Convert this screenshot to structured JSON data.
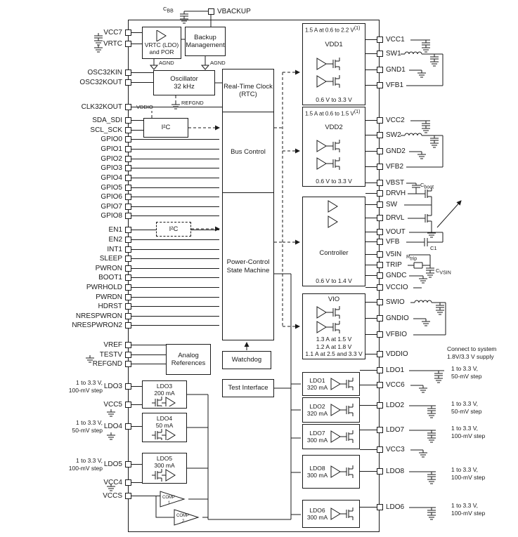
{
  "pins": {
    "top": "VBACKUP",
    "left": [
      "VCC7",
      "VRTC",
      "OSC32KIN",
      "OSC32KOUT",
      "CLK32KOUT",
      "SDA_SDI",
      "SCL_SCK",
      "GPIO0",
      "GPIO1",
      "GPIO2",
      "GPIO3",
      "GPIO4",
      "GPIO5",
      "GPIO6",
      "GPIO7",
      "GPIO8",
      "EN1",
      "EN2",
      "INT1",
      "SLEEP",
      "PWRON",
      "BOOT1",
      "PWRHOLD",
      "PWRDN",
      "HDRST",
      "NRESPWRON",
      "NRESPWRON2",
      "VREF",
      "TESTV",
      "REFGND",
      "LDO3",
      "VCC5",
      "LDO4",
      "LDO5",
      "VCC4",
      "VCCS"
    ],
    "right": [
      "VCC1",
      "SW1",
      "GND1",
      "VFB1",
      "VCC2",
      "SW2",
      "GND2",
      "VFB2",
      "VBST",
      "DRVH",
      "SW",
      "DRVL",
      "VOUT",
      "VFB",
      "V5IN",
      "TRIP",
      "GNDC",
      "VCCIO",
      "SWIO",
      "GNDIO",
      "VFBIO",
      "VDDIO",
      "LDO1",
      "VCC6",
      "LDO2",
      "LDO7",
      "VCC3",
      "LDO8",
      "LDO6"
    ]
  },
  "blocks": {
    "vrtc": {
      "l1": "VRTC (LDO)",
      "l2": "and POR"
    },
    "backup": {
      "l1": "Backup",
      "l2": "Management"
    },
    "osc": {
      "l1": "Oscillator",
      "l2": "32 kHz"
    },
    "rtc": {
      "l1": "Real-Time Clock",
      "l2": "(RTC)"
    },
    "i2c_a": "I²C",
    "i2c_b": "I²C",
    "bus": "Bus Control",
    "pcsm": {
      "l1": "Power-Control",
      "l2": "State Machine"
    },
    "aref": {
      "l1": "Analog",
      "l2": "References"
    },
    "watchdog": "Watchdog",
    "test": "Test Interface",
    "ldo3": {
      "name": "LDO3",
      "rating": "200 mA"
    },
    "ldo4": {
      "name": "LDO4",
      "rating": "50 mA"
    },
    "ldo5": {
      "name": "LDO5",
      "rating": "300 mA"
    },
    "comp1": {
      "l1": "COMP",
      "l2": "1"
    },
    "comp2": {
      "l1": "COMP",
      "l2": "2"
    },
    "vdd1": {
      "header": "1.5 A at 0.6 to 2.2 V",
      "note": "(1)",
      "name": "VDD1",
      "range": "0.6 V to 3.3 V"
    },
    "vdd2": {
      "header": "1.5 A at 0.6 to 1.5 V",
      "note": "(1)",
      "name": "VDD2",
      "range": "0.6 V to 3.3 V"
    },
    "controller": {
      "name": "Controller",
      "range": "0.6 V to 1.4 V"
    },
    "vio": {
      "name": "VIO",
      "r1": "1.3 A at 1.5 V",
      "r2": "1.2 A at 1.8 V",
      "r3": "1.1 A at 2.5 and 3.3 V"
    },
    "ldo1": {
      "name": "LDO1",
      "rating": "320 mA"
    },
    "ldo2": {
      "name": "LDO2",
      "rating": "320 mA"
    },
    "ldo7": {
      "name": "LDO7",
      "rating": "300 mA"
    },
    "ldo8": {
      "name": "LDO8",
      "rating": "300 mA"
    },
    "ldo6": {
      "name": "LDO6",
      "rating": "300 mA"
    }
  },
  "annotations": {
    "ldo3_left": {
      "l1": "1 to 3.3 V,",
      "l2": "100-mV step"
    },
    "ldo4_left": {
      "l1": "1 to 3.3 V,",
      "l2": "50-mV step"
    },
    "ldo5_left": {
      "l1": "1 to 3.3 V,",
      "l2": "100-mV step"
    },
    "ldo1_right": {
      "l1": "1 to 3.3 V,",
      "l2": "50-mV step"
    },
    "ldo2_right": {
      "l1": "1 to 3.3 V,",
      "l2": "50-mV step"
    },
    "ldo7_right": {
      "l1": "1 to 3.3 V,",
      "l2": "100-mV step"
    },
    "ldo8_right": {
      "l1": "1 to 3.3 V,",
      "l2": "100-mV step"
    },
    "ldo6_right": {
      "l1": "1 to 3.3 V,",
      "l2": "100-mV step"
    },
    "vddio_note": {
      "l1": "Connect to system",
      "l2": "1.8V/3.3 V supply"
    }
  },
  "part_labels": {
    "cbb": {
      "m": "C",
      "s": "BB"
    },
    "cboot": {
      "m": "C",
      "s": "boot"
    },
    "c1": "C1",
    "rtrip": {
      "m": "R",
      "s": "trip"
    },
    "cvsin": {
      "m": "C",
      "s": "VSIN"
    },
    "agnd1": "AGND",
    "agnd2": "AGND",
    "refgnd": "REFGND",
    "vddio": "VDDIO"
  }
}
